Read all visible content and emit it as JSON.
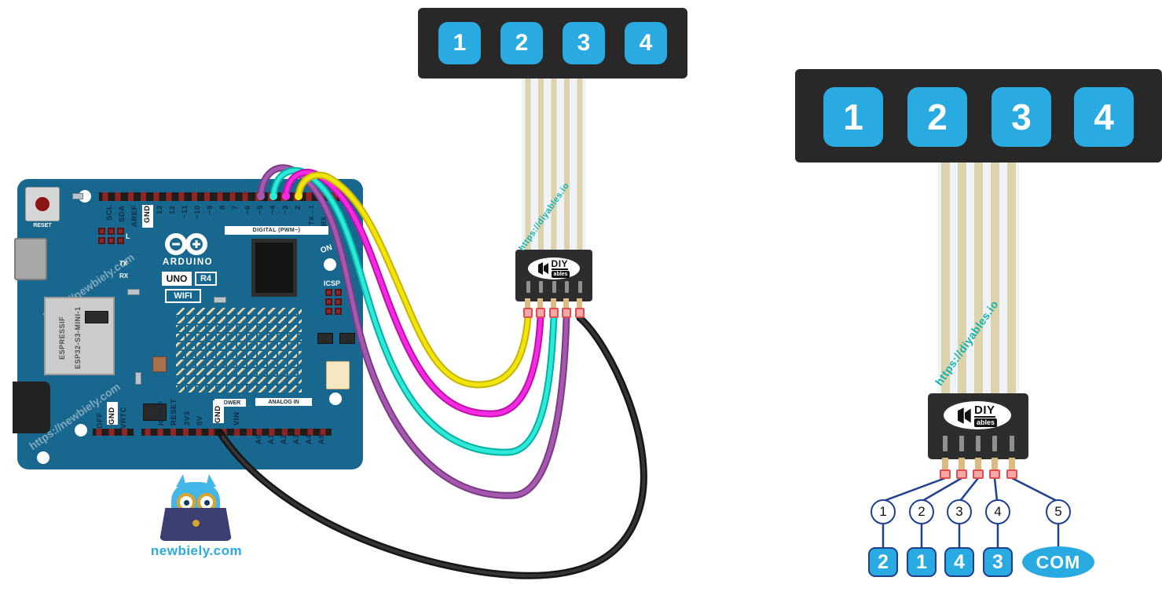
{
  "site": {
    "watermark_newbiely": "https://newbiely.com",
    "watermark_diyables": "https://diyables.io",
    "brand_footer": "newbiely.com"
  },
  "keypad": {
    "keys": [
      "1",
      "2",
      "3",
      "4"
    ]
  },
  "diyables_logo": {
    "diy": "DIY",
    "ables": "ables"
  },
  "arduino": {
    "reset_label": "RESET",
    "digital_header_label": "DIGITAL (PWM~)",
    "digital_pins": [
      "SCL",
      "SDA",
      "AREF",
      "GND",
      "13",
      "12",
      "~11",
      "~10",
      "~9",
      "8",
      "7",
      "~6",
      "~5",
      "~4",
      "~3",
      "2",
      "TX→1",
      "RX←0"
    ],
    "l_label": "L",
    "tx_label": "TX",
    "rx_label": "RX",
    "brand": "ARDUINO",
    "model": {
      "uno": "UNO",
      "r4": "R4",
      "wifi": "WIFI"
    },
    "on_label": "ON",
    "icsp_label": "ICSP",
    "module": {
      "line1": "ESPRESSIF",
      "line2": "ESP32-S3-MINI-1"
    },
    "left_power_pins": [
      "OFF",
      "GND",
      "VRTC"
    ],
    "power_label": "POWER",
    "power_pins": [
      "IOREF",
      "RESET",
      "3V3",
      "5V",
      "GND",
      "VIN"
    ],
    "analog_label": "ANALOG IN",
    "analog_pins": [
      "A0",
      "A1",
      "A2",
      "A3",
      "A4",
      "A5"
    ]
  },
  "wires": [
    {
      "name": "yellow",
      "color": "#f2e50e",
      "outline": "#c7b400",
      "arduino_pin": "2",
      "keypad_pin": "1"
    },
    {
      "name": "magenta",
      "color": "#f32ae0",
      "outline": "#bf0fae",
      "arduino_pin": "3",
      "keypad_pin": "2"
    },
    {
      "name": "cyan",
      "color": "#2fe9d8",
      "outline": "#00b1a4",
      "arduino_pin": "4",
      "keypad_pin": "3"
    },
    {
      "name": "purple",
      "color": "#a559ae",
      "outline": "#7c3a85",
      "arduino_pin": "5",
      "keypad_pin": "4"
    },
    {
      "name": "black",
      "color": "#353535",
      "outline": "#161616",
      "arduino_pin": "GND",
      "keypad_pin": "5"
    }
  ],
  "pinout": {
    "pins": [
      {
        "number": "1",
        "label": "2"
      },
      {
        "number": "2",
        "label": "1"
      },
      {
        "number": "3",
        "label": "4"
      },
      {
        "number": "4",
        "label": "3"
      },
      {
        "number": "5",
        "label": "COM"
      }
    ]
  },
  "colors": {
    "button_blue": "#29abe2",
    "board_blue": "#17678f",
    "keypad_dark": "#282828",
    "teal_watermark": "#12b3ae",
    "pinout_navy": "#1e3f92",
    "crimp_pink": "#f6a8a8"
  }
}
